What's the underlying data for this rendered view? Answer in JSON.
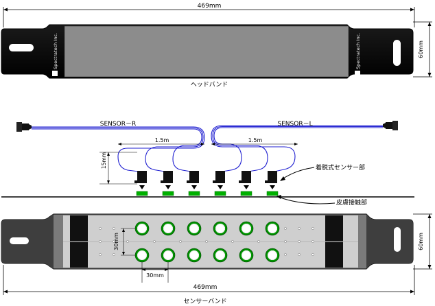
{
  "headband": {
    "width_label": "469mm",
    "height_label": "60mm",
    "caption": "ヘッドバンド",
    "logo_text": "Spectratech Inc."
  },
  "cables": {
    "left_label": "SENSOR－R",
    "right_label": "SENSOR－L",
    "left_length": "1.5m",
    "right_length": "1.5m",
    "height_label": "15mm"
  },
  "callouts": {
    "sensor": "着脱式センサー部",
    "skin": "皮膚接触部"
  },
  "sensor_band": {
    "width_label": "469mm",
    "height_label": "60mm",
    "pitch_vertical": "30mm",
    "pitch_horizontal": "30mm",
    "caption": "センサーバンド"
  },
  "colors": {
    "cable": "#1f1fd0",
    "sensor_ring": "#00a000",
    "band_dark": "#3a3a3a",
    "band_light": "#d0d0d0",
    "panel_light": "#8a8a8a"
  }
}
